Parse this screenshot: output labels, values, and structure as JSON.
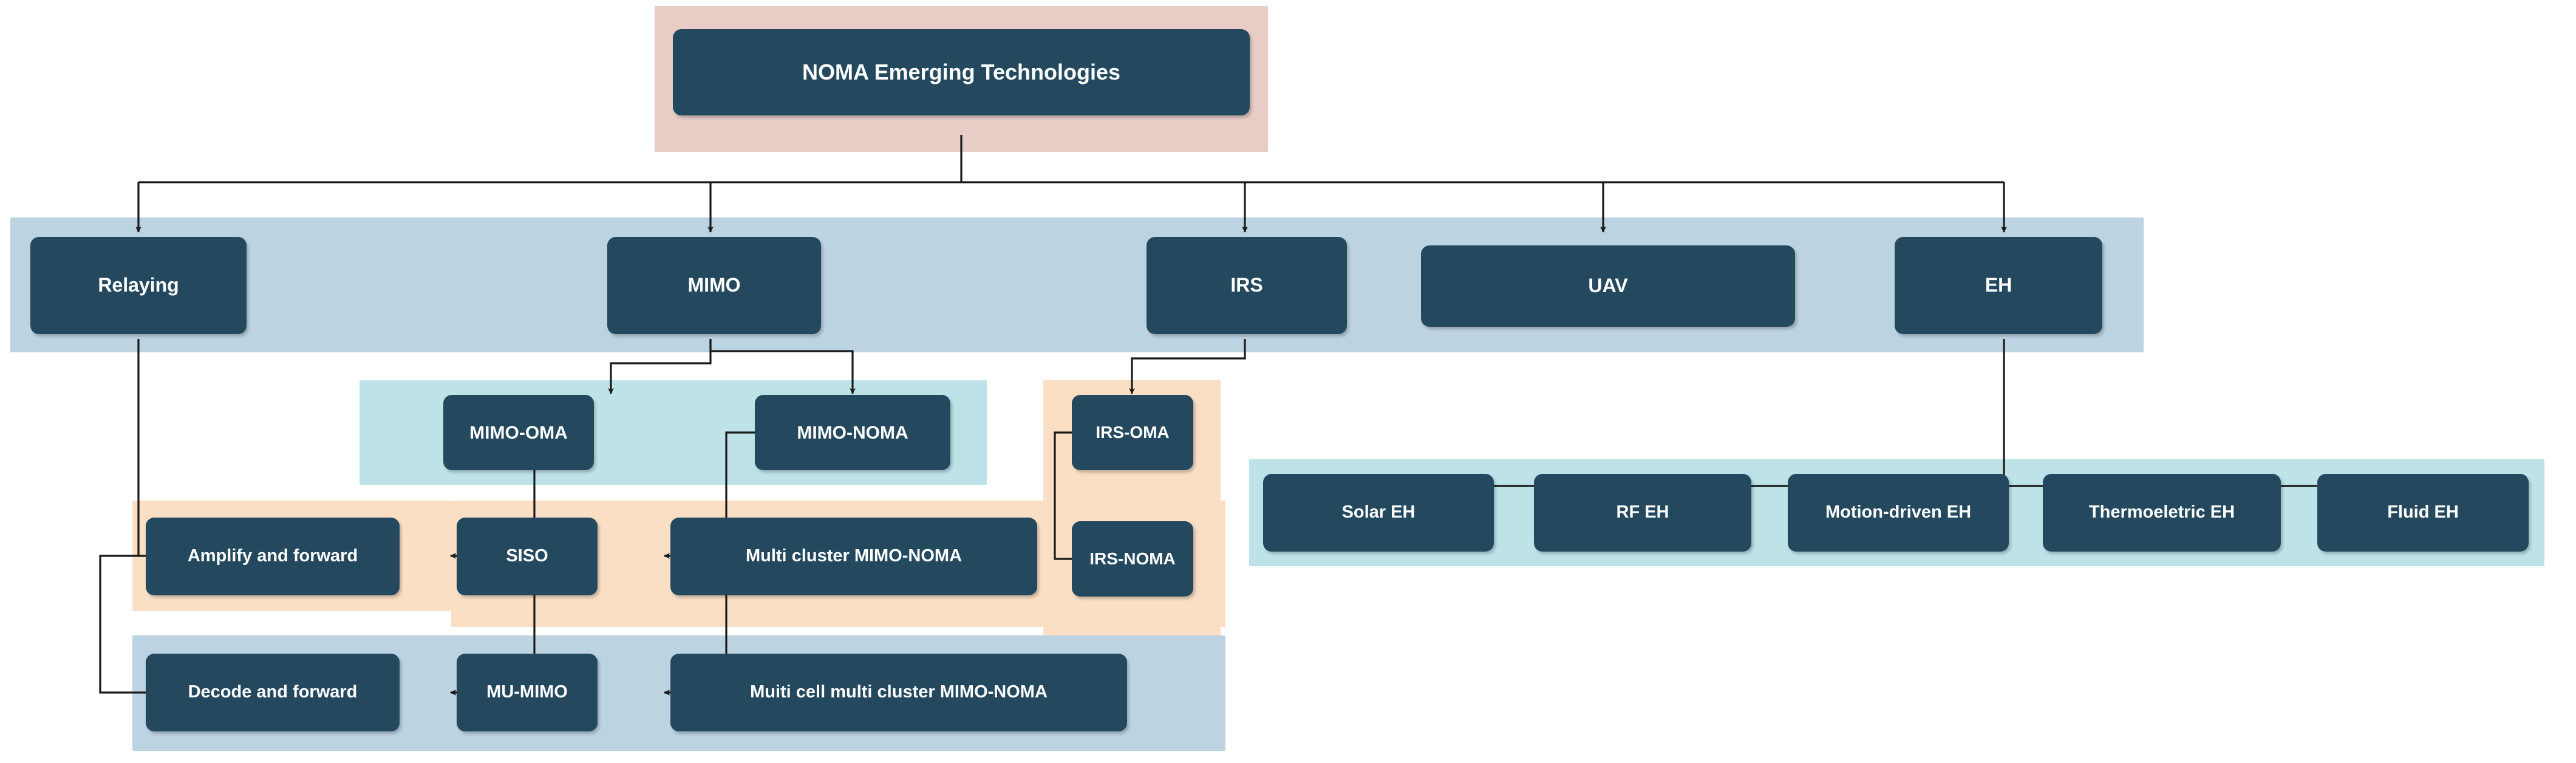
{
  "diagram": {
    "title": "NOMA Emerging Technologies Taxonomy",
    "colors": {
      "node_fill": "#24495f",
      "node_text": "#ffffff",
      "panel_pink": "#e8ccc6",
      "panel_blue": "#bcd3e2",
      "panel_teal": "#bde3e8",
      "panel_orange": "#fadfc4",
      "connector": "#1a1a1a",
      "background": "#ffffff"
    },
    "root": {
      "label": "NOMA Emerging Technologies"
    },
    "level2": [
      {
        "label": "Relaying"
      },
      {
        "label": "MIMO"
      },
      {
        "label": "IRS"
      },
      {
        "label": "UAV"
      },
      {
        "label": "EH"
      }
    ],
    "mimo_children": [
      {
        "label": "MIMO-OMA"
      },
      {
        "label": "MIMO-NOMA"
      }
    ],
    "irs_children": [
      {
        "label": "IRS-OMA"
      },
      {
        "label": "IRS-NOMA"
      }
    ],
    "relaying_children": [
      {
        "label": "Amplify and forward"
      },
      {
        "label": "Decode and forward"
      }
    ],
    "mimo_oma_children": [
      {
        "label": "SISO"
      },
      {
        "label": "MU-MIMO"
      }
    ],
    "mimo_noma_children": [
      {
        "label": "Multi cluster MIMO-NOMA"
      },
      {
        "label": "Muiti cell multi cluster MIMO-NOMA"
      }
    ],
    "eh_children": [
      {
        "label": "Solar EH"
      },
      {
        "label": "RF EH"
      },
      {
        "label": "Motion-driven EH"
      },
      {
        "label": "Thermoeletric EH"
      },
      {
        "label": "Fluid EH"
      }
    ]
  }
}
